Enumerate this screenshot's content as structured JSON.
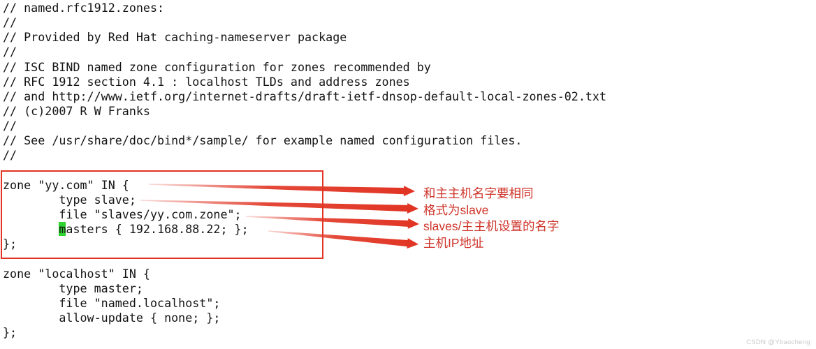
{
  "window": {
    "background": "#ffffff"
  },
  "editor": {
    "text_color": "#141414",
    "cursor_highlight_color": "#2ed32e",
    "lines": [
      [
        {
          "text": "// named.rfc1912.zones:"
        }
      ],
      [
        {
          "text": "//"
        }
      ],
      [
        {
          "text": "// Provided by Red Hat caching-nameserver package"
        }
      ],
      [
        {
          "text": "//"
        }
      ],
      [
        {
          "text": "// ISC BIND named zone configuration for zones recommended by"
        }
      ],
      [
        {
          "text": "// RFC 1912 section 4.1 : localhost TLDs and address zones"
        }
      ],
      [
        {
          "text": "// and http://www.ietf.org/internet-drafts/draft-ietf-dnsop-default-local-zones-02.txt"
        }
      ],
      [
        {
          "text": "// (c)2007 R W Franks"
        }
      ],
      [
        {
          "text": "//"
        }
      ],
      [
        {
          "text": "// See /usr/share/doc/bind*/sample/ for example named configuration files."
        }
      ],
      [
        {
          "text": "//"
        }
      ],
      [
        {
          "text": ""
        }
      ],
      [
        {
          "text": "zone \"yy.com\" IN {"
        }
      ],
      [
        {
          "text": "        type slave;"
        }
      ],
      [
        {
          "text": "        file \"slaves/yy.com.zone\";"
        }
      ],
      [
        {
          "text": "        "
        },
        {
          "text": "m",
          "highlight": true
        },
        {
          "text": "asters { 192.168.88.22; };"
        }
      ],
      [
        {
          "text": "};"
        }
      ],
      [
        {
          "text": ""
        }
      ],
      [
        {
          "text": "zone \"localhost\" IN {"
        }
      ],
      [
        {
          "text": "        type master;"
        }
      ],
      [
        {
          "text": "        file \"named.localhost\";"
        }
      ],
      [
        {
          "text": "        allow-update { none; };"
        }
      ],
      [
        {
          "text": "};"
        }
      ]
    ]
  },
  "annotation": {
    "accent_color": "#e13423",
    "label_color": "#cf342a",
    "labels": [
      {
        "text": "和主主机名字要相同"
      },
      {
        "text": "格式为slave"
      },
      {
        "text": "slaves/主主机设置的名字"
      },
      {
        "text": "主机IP地址"
      }
    ]
  },
  "watermark": {
    "text": "CSDN @Ybaocheng"
  }
}
